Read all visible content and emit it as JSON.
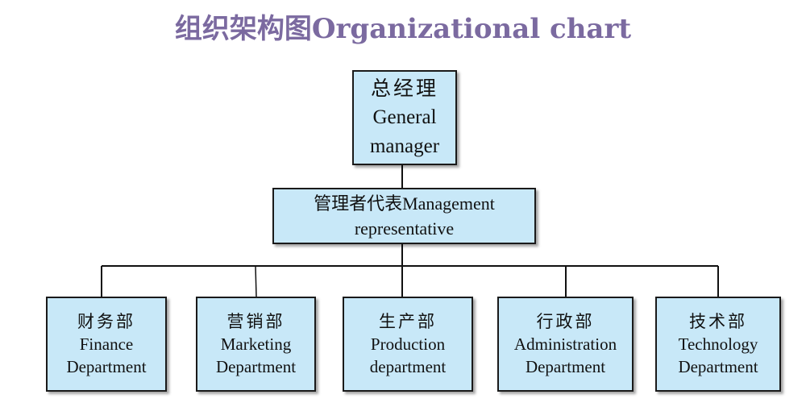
{
  "title": "组织架构图Organizational chart",
  "general_manager": {
    "cn": "总经理",
    "en_line1": "General",
    "en_line2": "manager"
  },
  "management_rep": {
    "line1": "管理者代表Management",
    "line2": "representative"
  },
  "departments": [
    {
      "cn": "财务部",
      "en_line1": "Finance",
      "en_line2": "Department"
    },
    {
      "cn": "营销部",
      "en_line1": "Marketing",
      "en_line2": "Department"
    },
    {
      "cn": "生产部",
      "en_line1": "Production",
      "en_line2": "department"
    },
    {
      "cn": "行政部",
      "en_line1": "Administration",
      "en_line2": "Department"
    },
    {
      "cn": "技术部",
      "en_line1": "Technology",
      "en_line2": "Department"
    }
  ],
  "colors": {
    "title": "#7b6aa0",
    "box_fill": "#c8e8f8",
    "border": "#1a1a1a"
  }
}
